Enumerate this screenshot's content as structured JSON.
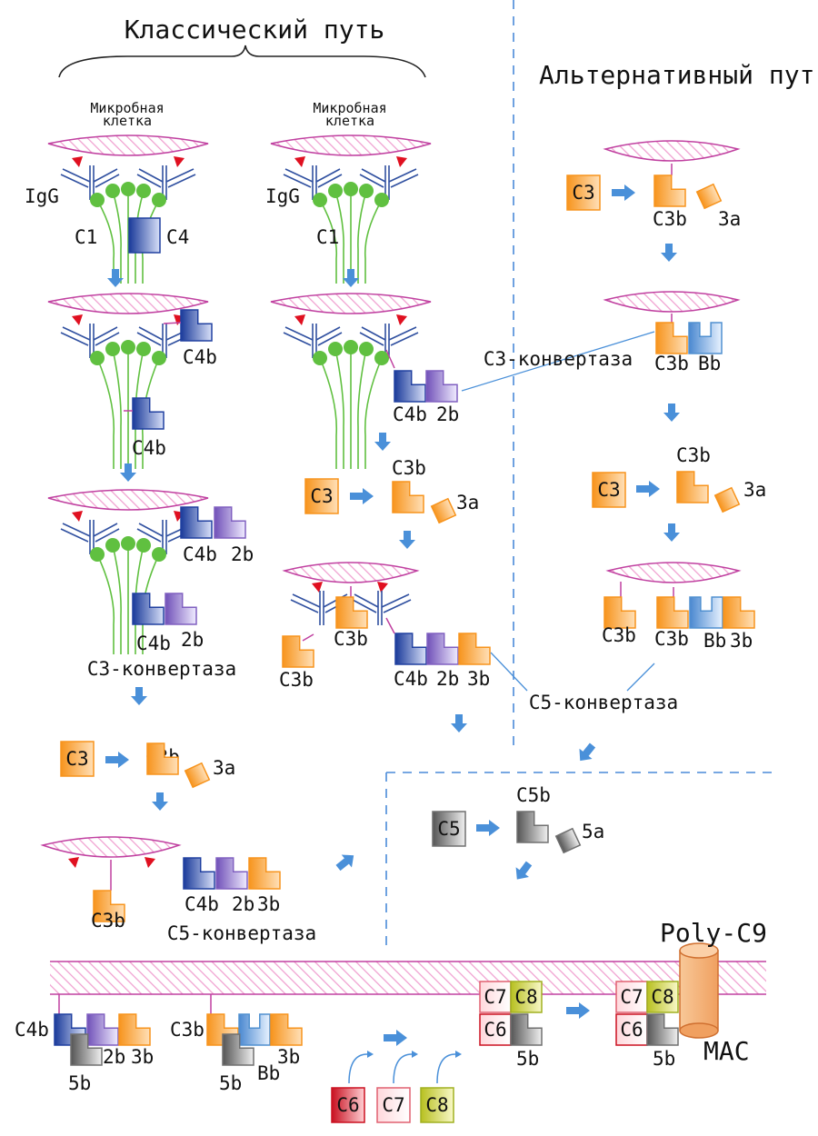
{
  "titles": {
    "classical": "Классический путь",
    "alternative": "Альтернативный пут",
    "poly_c9": "Poly-C9",
    "mac": "MAC"
  },
  "labels": {
    "microbe_cell": [
      "Микробная",
      "клетка"
    ],
    "igg": "IgG",
    "c1": "C1",
    "c3": "C3",
    "c3a": "3a",
    "c3b": "C3b",
    "b3": "3b",
    "c4": "C4",
    "c4b": "C4b",
    "b2": "2b",
    "bb": "Bb",
    "c5": "C5",
    "c5b": "C5b",
    "b5": "5b",
    "c5a": "5a",
    "c6": "C6",
    "c7": "C7",
    "c8": "C8",
    "c3_convertase": "C3-конвертаза",
    "c5_convertase": "C5-конвертаза"
  },
  "colors": {
    "membrane": "#c040a0",
    "hatch": "#f0a0d0",
    "antibody": "#3050a0",
    "antigen": "#e01020",
    "c1_ball": "#60c040",
    "c3_orange": "#f7941d",
    "c4_blue": "#2040a0",
    "c2_purple": "#8060c0",
    "bb_blue": "#5090d0",
    "grey": "#707070",
    "c6_red": "#cc1020",
    "c7_pink": "#e06070",
    "c8_olive": "#a0b020",
    "arrow": "#4a90d9",
    "dash": "#4a8ad8",
    "pore": "#f5b070"
  }
}
